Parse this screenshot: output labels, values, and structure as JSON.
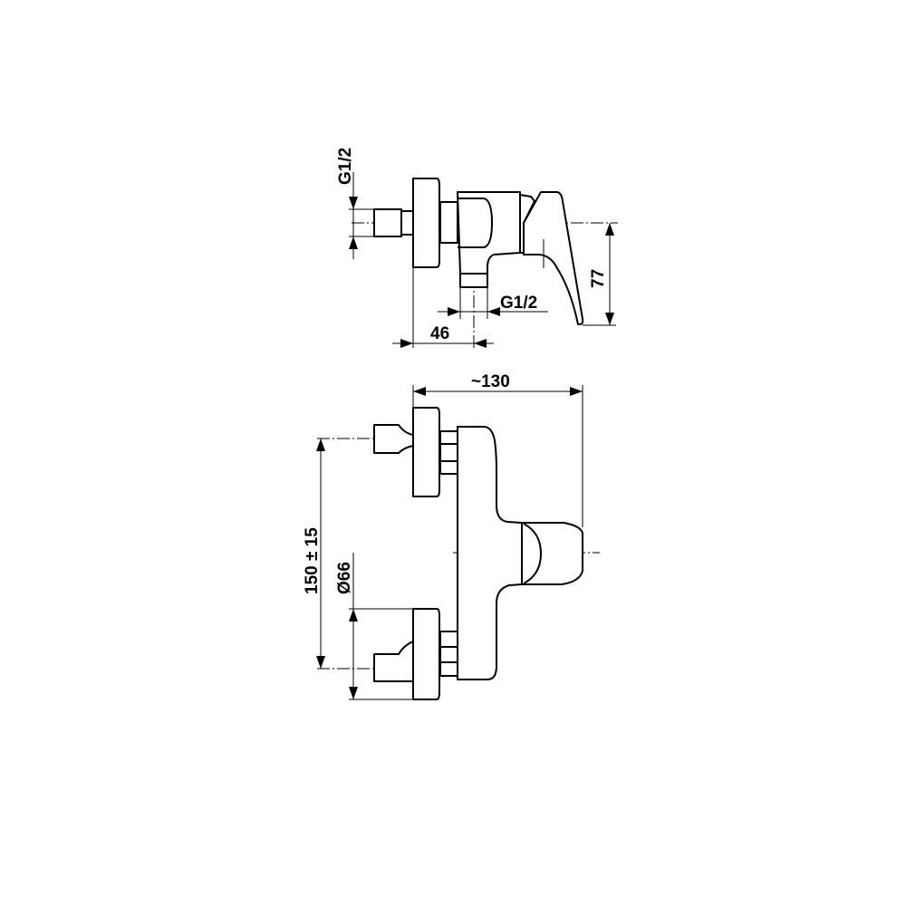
{
  "drawing": {
    "side_view": {
      "dim_thread_inlet": "G1/2",
      "dim_thread_outlet": "G1/2",
      "dim_depth": "46",
      "dim_height": "77"
    },
    "front_view": {
      "dim_width": "~130",
      "dim_center_distance": "150 ± 15",
      "dim_plate_diameter": "Ø66"
    }
  }
}
